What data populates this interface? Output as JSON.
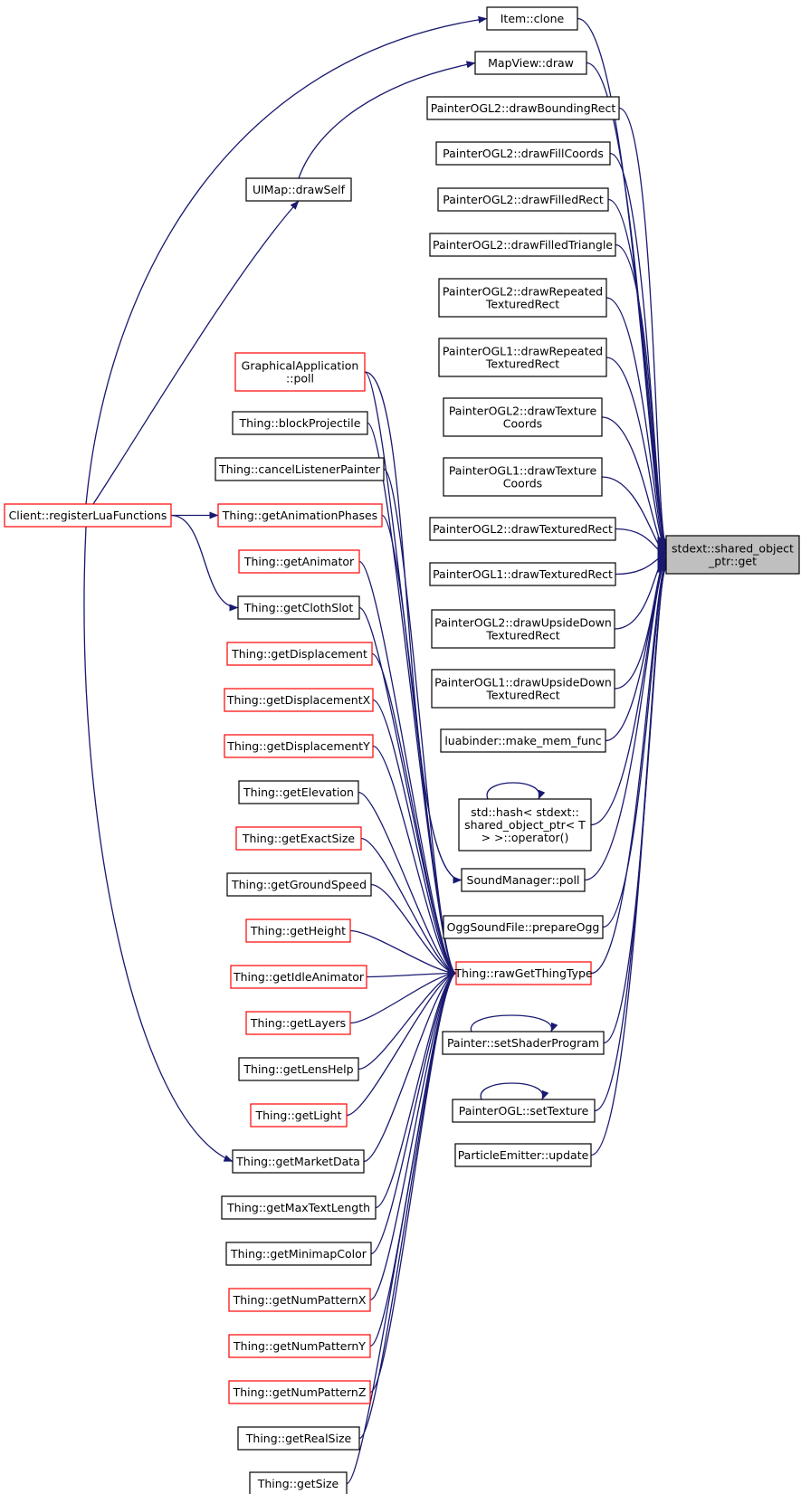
{
  "colors": {
    "edge": "#191970",
    "box_black": "#000000",
    "box_red": "#ff0000",
    "target_fill": "#bfbfbf",
    "node_fill": "#ffffff"
  },
  "target": {
    "id": "target",
    "lines": [
      "stdext::shared_object",
      "_ptr::get"
    ],
    "border": "black",
    "fill": "gray"
  },
  "nodes": [
    {
      "id": "item_clone",
      "lines": [
        "Item::clone"
      ],
      "border": "black"
    },
    {
      "id": "mapview_draw",
      "lines": [
        "MapView::draw"
      ],
      "border": "black"
    },
    {
      "id": "p2_drawBoundingRect",
      "lines": [
        "PainterOGL2::drawBoundingRect"
      ],
      "border": "black"
    },
    {
      "id": "p2_drawFillCoords",
      "lines": [
        "PainterOGL2::drawFillCoords"
      ],
      "border": "black"
    },
    {
      "id": "p2_drawFilledRect",
      "lines": [
        "PainterOGL2::drawFilledRect"
      ],
      "border": "black"
    },
    {
      "id": "p2_drawFilledTriangle",
      "lines": [
        "PainterOGL2::drawFilledTriangle"
      ],
      "border": "black"
    },
    {
      "id": "p2_drawRepeated",
      "lines": [
        "PainterOGL2::drawRepeated",
        "TexturedRect"
      ],
      "border": "black"
    },
    {
      "id": "p1_drawRepeated",
      "lines": [
        "PainterOGL1::drawRepeated",
        "TexturedRect"
      ],
      "border": "black"
    },
    {
      "id": "p2_drawTexture",
      "lines": [
        "PainterOGL2::drawTexture",
        "Coords"
      ],
      "border": "black"
    },
    {
      "id": "p1_drawTexture",
      "lines": [
        "PainterOGL1::drawTexture",
        "Coords"
      ],
      "border": "black"
    },
    {
      "id": "p2_drawTexturedRect",
      "lines": [
        "PainterOGL2::drawTexturedRect"
      ],
      "border": "black"
    },
    {
      "id": "p1_drawTexturedRect",
      "lines": [
        "PainterOGL1::drawTexturedRect"
      ],
      "border": "black"
    },
    {
      "id": "p2_drawUpsideDown",
      "lines": [
        "PainterOGL2::drawUpsideDown",
        "TexturedRect"
      ],
      "border": "black"
    },
    {
      "id": "p1_drawUpsideDown",
      "lines": [
        "PainterOGL1::drawUpsideDown",
        "TexturedRect"
      ],
      "border": "black"
    },
    {
      "id": "make_mem_func",
      "lines": [
        "luabinder::make_mem_func"
      ],
      "border": "black"
    },
    {
      "id": "std_hash",
      "lines": [
        "std::hash< stdext::",
        "shared_object_ptr< T",
        "> >::operator()"
      ],
      "border": "black"
    },
    {
      "id": "soundmanager_poll",
      "lines": [
        "SoundManager::poll"
      ],
      "border": "black"
    },
    {
      "id": "ogg_prepare",
      "lines": [
        "OggSoundFile::prepareOgg"
      ],
      "border": "black"
    },
    {
      "id": "raw_get_thing_type",
      "lines": [
        "Thing::rawGetThingType"
      ],
      "border": "red"
    },
    {
      "id": "set_shader_program",
      "lines": [
        "Painter::setShaderProgram"
      ],
      "border": "black"
    },
    {
      "id": "set_texture",
      "lines": [
        "PainterOGL::setTexture"
      ],
      "border": "black"
    },
    {
      "id": "particle_update",
      "lines": [
        "ParticleEmitter::update"
      ],
      "border": "black"
    },
    {
      "id": "uimap_drawself",
      "lines": [
        "UIMap::drawSelf"
      ],
      "border": "black"
    },
    {
      "id": "client_register",
      "lines": [
        "Client::registerLuaFunctions"
      ],
      "border": "red"
    },
    {
      "id": "graphical_poll",
      "lines": [
        "GraphicalApplication",
        "::poll"
      ],
      "border": "red"
    },
    {
      "id": "t_blockProjectile",
      "lines": [
        "Thing::blockProjectile"
      ],
      "border": "black"
    },
    {
      "id": "t_cancelListenerPainter",
      "lines": [
        "Thing::cancelListenerPainter"
      ],
      "border": "black"
    },
    {
      "id": "t_getAnimationPhases",
      "lines": [
        "Thing::getAnimationPhases"
      ],
      "border": "red"
    },
    {
      "id": "t_getAnimator",
      "lines": [
        "Thing::getAnimator"
      ],
      "border": "red"
    },
    {
      "id": "t_getClothSlot",
      "lines": [
        "Thing::getClothSlot"
      ],
      "border": "black"
    },
    {
      "id": "t_getDisplacement",
      "lines": [
        "Thing::getDisplacement"
      ],
      "border": "red"
    },
    {
      "id": "t_getDisplacementX",
      "lines": [
        "Thing::getDisplacementX"
      ],
      "border": "red"
    },
    {
      "id": "t_getDisplacementY",
      "lines": [
        "Thing::getDisplacementY"
      ],
      "border": "red"
    },
    {
      "id": "t_getElevation",
      "lines": [
        "Thing::getElevation"
      ],
      "border": "black"
    },
    {
      "id": "t_getExactSize",
      "lines": [
        "Thing::getExactSize"
      ],
      "border": "red"
    },
    {
      "id": "t_getGroundSpeed",
      "lines": [
        "Thing::getGroundSpeed"
      ],
      "border": "black"
    },
    {
      "id": "t_getHeight",
      "lines": [
        "Thing::getHeight"
      ],
      "border": "red"
    },
    {
      "id": "t_getIdleAnimator",
      "lines": [
        "Thing::getIdleAnimator"
      ],
      "border": "red"
    },
    {
      "id": "t_getLayers",
      "lines": [
        "Thing::getLayers"
      ],
      "border": "red"
    },
    {
      "id": "t_getLensHelp",
      "lines": [
        "Thing::getLensHelp"
      ],
      "border": "black"
    },
    {
      "id": "t_getLight",
      "lines": [
        "Thing::getLight"
      ],
      "border": "red"
    },
    {
      "id": "t_getMarketData",
      "lines": [
        "Thing::getMarketData"
      ],
      "border": "black"
    },
    {
      "id": "t_getMaxTextLength",
      "lines": [
        "Thing::getMaxTextLength"
      ],
      "border": "black"
    },
    {
      "id": "t_getMinimapColor",
      "lines": [
        "Thing::getMinimapColor"
      ],
      "border": "black"
    },
    {
      "id": "t_getNumPatternX",
      "lines": [
        "Thing::getNumPatternX"
      ],
      "border": "red"
    },
    {
      "id": "t_getNumPatternY",
      "lines": [
        "Thing::getNumPatternY"
      ],
      "border": "red"
    },
    {
      "id": "t_getNumPatternZ",
      "lines": [
        "Thing::getNumPatternZ"
      ],
      "border": "red"
    },
    {
      "id": "t_getRealSize",
      "lines": [
        "Thing::getRealSize"
      ],
      "border": "black"
    },
    {
      "id": "t_getSize",
      "lines": [
        "Thing::getSize"
      ],
      "border": "black"
    }
  ],
  "edges": [
    {
      "from": "item_clone",
      "to": "target"
    },
    {
      "from": "mapview_draw",
      "to": "target"
    },
    {
      "from": "p2_drawBoundingRect",
      "to": "target"
    },
    {
      "from": "p2_drawFillCoords",
      "to": "target"
    },
    {
      "from": "p2_drawFilledRect",
      "to": "target"
    },
    {
      "from": "p2_drawFilledTriangle",
      "to": "target"
    },
    {
      "from": "p2_drawRepeated",
      "to": "target"
    },
    {
      "from": "p1_drawRepeated",
      "to": "target"
    },
    {
      "from": "p2_drawTexture",
      "to": "target"
    },
    {
      "from": "p1_drawTexture",
      "to": "target"
    },
    {
      "from": "p2_drawTexturedRect",
      "to": "target"
    },
    {
      "from": "p1_drawTexturedRect",
      "to": "target"
    },
    {
      "from": "p2_drawUpsideDown",
      "to": "target"
    },
    {
      "from": "p1_drawUpsideDown",
      "to": "target"
    },
    {
      "from": "make_mem_func",
      "to": "target"
    },
    {
      "from": "std_hash",
      "to": "target"
    },
    {
      "from": "soundmanager_poll",
      "to": "target"
    },
    {
      "from": "ogg_prepare",
      "to": "target"
    },
    {
      "from": "raw_get_thing_type",
      "to": "target"
    },
    {
      "from": "set_shader_program",
      "to": "target"
    },
    {
      "from": "set_texture",
      "to": "target"
    },
    {
      "from": "particle_update",
      "to": "target"
    },
    {
      "from": "std_hash",
      "to": "std_hash"
    },
    {
      "from": "set_shader_program",
      "to": "set_shader_program"
    },
    {
      "from": "set_texture",
      "to": "set_texture"
    },
    {
      "from": "uimap_drawself",
      "to": "mapview_draw"
    },
    {
      "from": "client_register",
      "to": "item_clone"
    },
    {
      "from": "client_register",
      "to": "uimap_drawself"
    },
    {
      "from": "client_register",
      "to": "t_getAnimationPhases"
    },
    {
      "from": "client_register",
      "to": "t_getClothSlot"
    },
    {
      "from": "client_register",
      "to": "t_getMarketData"
    },
    {
      "from": "graphical_poll",
      "to": "soundmanager_poll"
    },
    {
      "from": "graphical_poll",
      "to": "raw_get_thing_type"
    },
    {
      "from": "t_blockProjectile",
      "to": "raw_get_thing_type"
    },
    {
      "from": "t_cancelListenerPainter",
      "to": "raw_get_thing_type"
    },
    {
      "from": "t_getAnimationPhases",
      "to": "raw_get_thing_type"
    },
    {
      "from": "t_getAnimator",
      "to": "raw_get_thing_type"
    },
    {
      "from": "t_getClothSlot",
      "to": "raw_get_thing_type"
    },
    {
      "from": "t_getDisplacement",
      "to": "raw_get_thing_type"
    },
    {
      "from": "t_getDisplacementX",
      "to": "raw_get_thing_type"
    },
    {
      "from": "t_getDisplacementY",
      "to": "raw_get_thing_type"
    },
    {
      "from": "t_getElevation",
      "to": "raw_get_thing_type"
    },
    {
      "from": "t_getExactSize",
      "to": "raw_get_thing_type"
    },
    {
      "from": "t_getGroundSpeed",
      "to": "raw_get_thing_type"
    },
    {
      "from": "t_getHeight",
      "to": "raw_get_thing_type"
    },
    {
      "from": "t_getIdleAnimator",
      "to": "raw_get_thing_type"
    },
    {
      "from": "t_getLayers",
      "to": "raw_get_thing_type"
    },
    {
      "from": "t_getLensHelp",
      "to": "raw_get_thing_type"
    },
    {
      "from": "t_getLight",
      "to": "raw_get_thing_type"
    },
    {
      "from": "t_getMarketData",
      "to": "raw_get_thing_type"
    },
    {
      "from": "t_getMaxTextLength",
      "to": "raw_get_thing_type"
    },
    {
      "from": "t_getMinimapColor",
      "to": "raw_get_thing_type"
    },
    {
      "from": "t_getNumPatternX",
      "to": "raw_get_thing_type"
    },
    {
      "from": "t_getNumPatternY",
      "to": "raw_get_thing_type"
    },
    {
      "from": "t_getNumPatternZ",
      "to": "raw_get_thing_type"
    },
    {
      "from": "t_getRealSize",
      "to": "raw_get_thing_type"
    },
    {
      "from": "t_getSize",
      "to": "raw_get_thing_type"
    }
  ]
}
